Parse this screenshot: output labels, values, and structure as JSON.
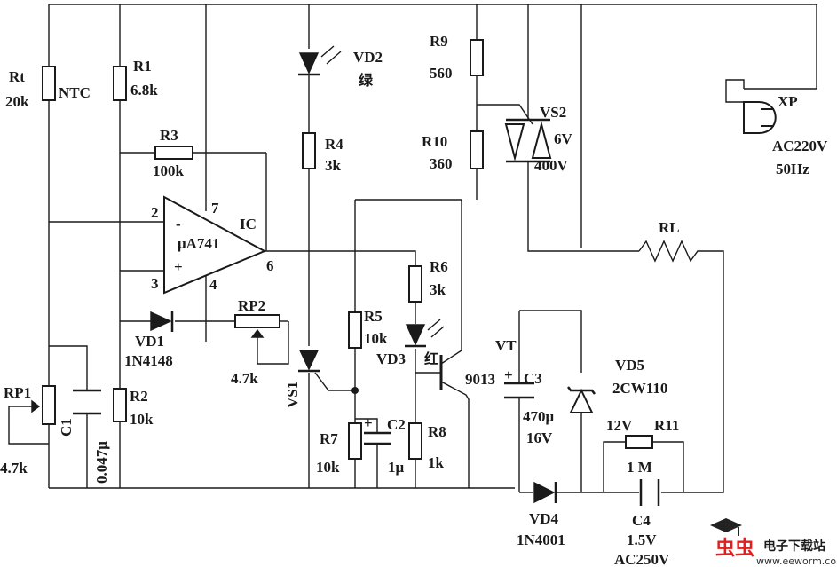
{
  "labels": {
    "rt": "Rt",
    "rt_val": "20k",
    "ntc": "NTC",
    "r1": "R1",
    "r1_val": "6.8k",
    "r3": "R3",
    "r3_val": "100k",
    "ic": "IC",
    "ic_model": "μA741",
    "pin2": "2",
    "pin3": "3",
    "pin4": "4",
    "pin6": "6",
    "pin7": "7",
    "minus": "-",
    "plus": "+",
    "vd1": "VD1",
    "vd1_model": "1N4148",
    "rp2": "RP2",
    "rp2_val": "4.7k",
    "rp1": "RP1",
    "rp1_val": "4.7k",
    "c1": "C1",
    "c1_val": "0.047μ",
    "r2": "R2",
    "r2_val": "10k",
    "vd2": "VD2",
    "vd2_color": "绿",
    "r4": "R4",
    "r4_val": "3k",
    "vs1": "VS1",
    "r5": "R5",
    "r5_val": "10k",
    "r7": "R7",
    "r7_val": "10k",
    "c2": "C2",
    "c2_val": "1μ",
    "c2_plus": "+",
    "r6": "R6",
    "r6_val": "3k",
    "vd3": "VD3",
    "vd3_color": "红",
    "r8": "R8",
    "r8_val": "1k",
    "r9": "R9",
    "r9_val": "560",
    "r10": "R10",
    "r10_val": "360",
    "vs2": "VS2",
    "vs2_v1": "6V",
    "vs2_v2": "400V",
    "vt": "VT",
    "vt_model": "9013",
    "c3": "C3",
    "c3_val": "470μ",
    "c3_volt": "16V",
    "c3_plus": "+",
    "vd4": "VD4",
    "vd4_model": "1N4001",
    "vd5": "VD5",
    "vd5_model": "2CW110",
    "r11_volt": "12V",
    "r11": "R11",
    "r11_val": "1 M",
    "c4": "C4",
    "c4_val": "1.5V",
    "c4_volt": "AC250V",
    "xp": "XP",
    "xp_volt": "AC220V",
    "xp_freq": "50Hz",
    "rl": "RL"
  },
  "watermark": {
    "logo_text": "虫虫",
    "site_name": "电子下载站",
    "url": "www.eeworm.com"
  }
}
